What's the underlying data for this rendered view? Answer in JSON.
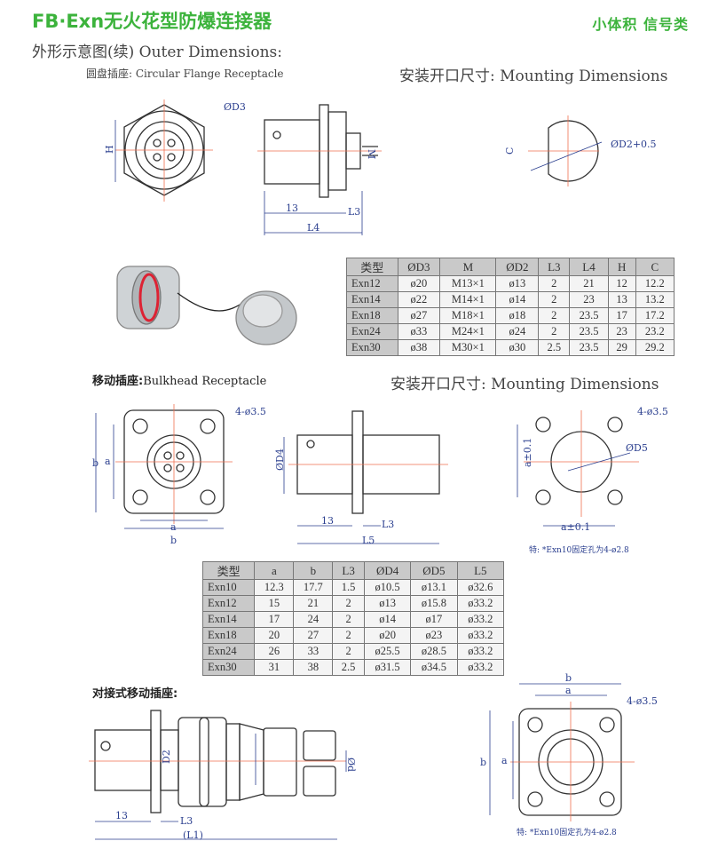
{
  "header": {
    "title": "FB·Exn无火花型防爆连接器",
    "tagline": "小体积  信号类"
  },
  "section1": {
    "heading": "外形示意图(续) Outer Dimensions:",
    "subheading": "圆盘插座: Circular Flange Receptacle",
    "mounting_heading": "安装开口尺寸: Mounting Dimensions",
    "labels": {
      "d3": "ØD3",
      "h": "H",
      "m": "M",
      "l3": "L3",
      "l4": "L4",
      "dim13": "13",
      "c": "C",
      "d2": "ØD2+0.5"
    },
    "table": {
      "headers": [
        "类型",
        "ØD3",
        "M",
        "ØD2",
        "L3",
        "L4",
        "H",
        "C"
      ],
      "rows": [
        [
          "Exn12",
          "ø20",
          "M13×1",
          "ø13",
          "2",
          "21",
          "12",
          "12.2"
        ],
        [
          "Exn14",
          "ø22",
          "M14×1",
          "ø14",
          "2",
          "23",
          "13",
          "13.2"
        ],
        [
          "Exn18",
          "ø27",
          "M18×1",
          "ø18",
          "2",
          "23.5",
          "17",
          "17.2"
        ],
        [
          "Exn24",
          "ø33",
          "M24×1",
          "ø24",
          "2",
          "23.5",
          "23",
          "23.2"
        ],
        [
          "Exn30",
          "ø38",
          "M30×1",
          "ø30",
          "2.5",
          "23.5",
          "29",
          "29.2"
        ]
      ]
    }
  },
  "section2": {
    "heading": "移动插座:",
    "heading_en": "Bulkhead Receptacle",
    "mounting_heading": "安装开口尺寸: Mounting Dimensions",
    "labels": {
      "holes": "4-ø3.5",
      "a": "a",
      "b": "b",
      "d4": "ØD4",
      "dim13": "13",
      "l3": "L3",
      "l5": "L5",
      "d5": "ØD5",
      "a_tol": "a±0.1"
    },
    "note": "特: *Exn10固定孔为4-ø2.8",
    "table": {
      "headers": [
        "类型",
        "a",
        "b",
        "L3",
        "ØD4",
        "ØD5",
        "L5"
      ],
      "rows": [
        [
          "Exn10",
          "12.3",
          "17.7",
          "1.5",
          "ø10.5",
          "ø13.1",
          "ø32.6"
        ],
        [
          "Exn12",
          "15",
          "21",
          "2",
          "ø13",
          "ø15.8",
          "ø33.2"
        ],
        [
          "Exn14",
          "17",
          "24",
          "2",
          "ø14",
          "ø17",
          "ø33.2"
        ],
        [
          "Exn18",
          "20",
          "27",
          "2",
          "ø20",
          "ø23",
          "ø33.2"
        ],
        [
          "Exn24",
          "26",
          "33",
          "2",
          "ø25.5",
          "ø28.5",
          "ø33.2"
        ],
        [
          "Exn30",
          "31",
          "38",
          "2.5",
          "ø31.5",
          "ø34.5",
          "ø33.2"
        ]
      ]
    }
  },
  "section3": {
    "heading": "对接式移动插座:",
    "labels": {
      "d2": "D2",
      "d": "Ød",
      "dim13": "13",
      "l3": "L3",
      "l1": "(L1)",
      "holes": "4-ø3.5",
      "a": "a",
      "b": "b"
    },
    "note": "特: *Exn10固定孔为4-ø2.8"
  },
  "colors": {
    "brand": "#3cb33c",
    "dimension": "#2b3f8f",
    "centerline": "#f07050"
  }
}
